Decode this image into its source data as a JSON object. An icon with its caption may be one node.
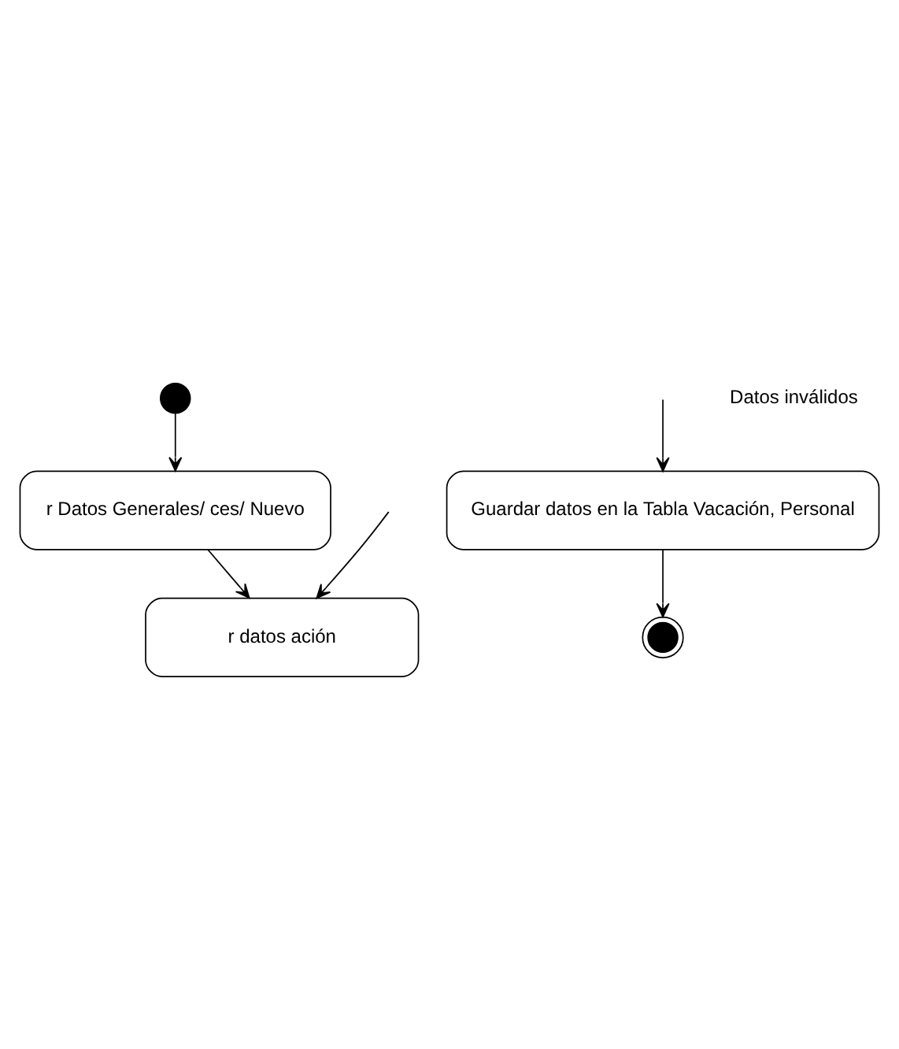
{
  "diagram": {
    "nodes": [
      {
        "text": [],
        "shape": "circle"
      },
      {
        "text": [
          "r Datos Generales/ ces/ Nuevo"
        ]
      },
      {
        "text": [
          "r datos ación"
        ]
      },
      {
        "text": [
          "Guardar datos en la Tabla Vacación, Personal"
        ]
      },
      {
        "text": [],
        "shape": "circle"
      }
    ],
    "edges": [
      {
        "from": 0,
        "to": 1,
        "arrow": "to"
      },
      {
        "from": 1,
        "to": 2,
        "arrow": "to"
      },
      {
        "from": null,
        "to": 2,
        "arrow": "to"
      },
      {
        "from": null,
        "to": 3,
        "arrow": "to"
      },
      {
        "from": 3,
        "to": 4,
        "arrow": "to"
      }
    ],
    "labels": [
      "Datos inválidos"
    ]
  }
}
